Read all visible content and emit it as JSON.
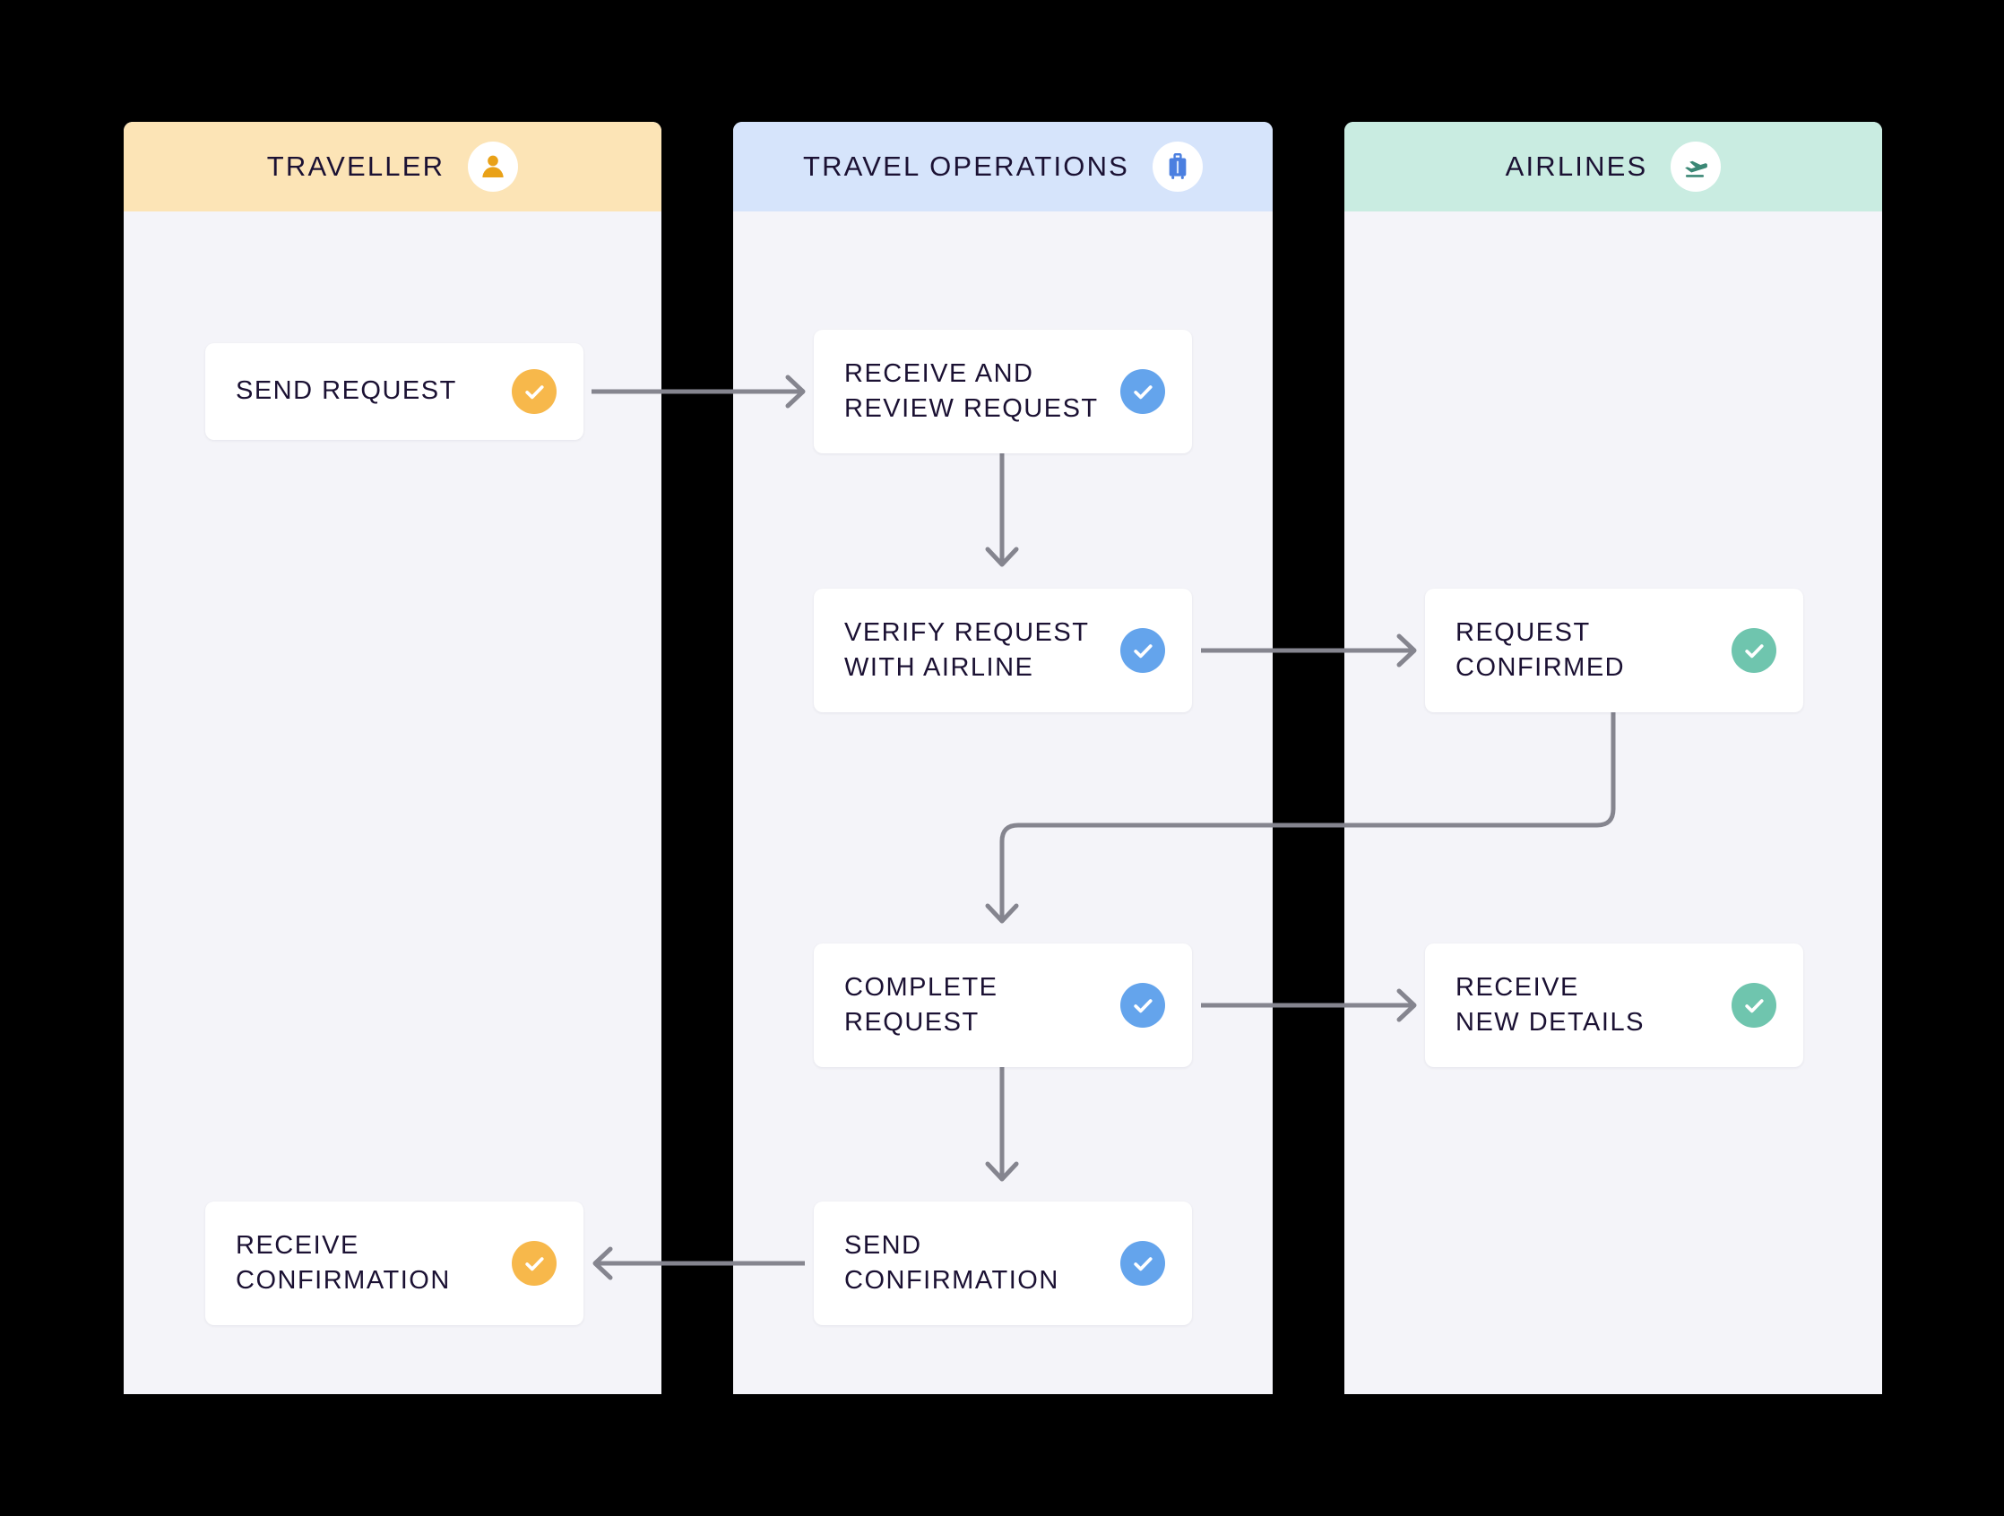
{
  "diagram": {
    "type": "swimlane-flowchart",
    "title": "Travel request swimlane process",
    "background_color": "#000000",
    "lane_body_color": "#f4f4f9",
    "connector_color": "#85858f"
  },
  "lanes": [
    {
      "id": "traveller",
      "title": "TRAVELLER",
      "header_color": "#fce4b6",
      "accent_color": "#e9a117",
      "icon": "person-icon"
    },
    {
      "id": "travel-operations",
      "title": "TRAVEL OPERATIONS",
      "header_color": "#d6e4fb",
      "accent_color": "#4b7fe0",
      "icon": "suitcase-icon"
    },
    {
      "id": "airlines",
      "title": "AIRLINES",
      "header_color": "#c9ece1",
      "accent_color": "#3b8775",
      "icon": "airplane-takeoff-icon"
    }
  ],
  "steps": [
    {
      "id": "send-request",
      "lane": "traveller",
      "label": "SEND REQUEST",
      "status_icon": "check-circle-icon",
      "status_color": "#f7b84b"
    },
    {
      "id": "receive-review",
      "lane": "travel-operations",
      "label": "RECEIVE AND\nREVIEW REQUEST",
      "status_icon": "check-circle-icon",
      "status_color": "#64a4ec"
    },
    {
      "id": "verify-request",
      "lane": "travel-operations",
      "label": "VERIFY REQUEST\nWITH AIRLINE",
      "status_icon": "check-circle-icon",
      "status_color": "#64a4ec"
    },
    {
      "id": "request-confirmed",
      "lane": "airlines",
      "label": "REQUEST\nCONFIRMED",
      "status_icon": "check-circle-icon",
      "status_color": "#6fc5ae"
    },
    {
      "id": "complete-request",
      "lane": "travel-operations",
      "label": "COMPLETE\nREQUEST",
      "status_icon": "check-circle-icon",
      "status_color": "#64a4ec"
    },
    {
      "id": "receive-new-details",
      "lane": "airlines",
      "label": "RECEIVE\nNEW DETAILS",
      "status_icon": "check-circle-icon",
      "status_color": "#6fc5ae"
    },
    {
      "id": "send-confirmation",
      "lane": "travel-operations",
      "label": "SEND\nCONFIRMATION",
      "status_icon": "check-circle-icon",
      "status_color": "#64a4ec"
    },
    {
      "id": "receive-confirmation",
      "lane": "traveller",
      "label": "RECEIVE\nCONFIRMATION",
      "status_icon": "check-circle-icon",
      "status_color": "#f7b84b"
    }
  ],
  "connectors": [
    {
      "from": "send-request",
      "to": "receive-review",
      "direction": "right"
    },
    {
      "from": "receive-review",
      "to": "verify-request",
      "direction": "down"
    },
    {
      "from": "verify-request",
      "to": "request-confirmed",
      "direction": "right"
    },
    {
      "from": "request-confirmed",
      "to": "complete-request",
      "direction": "elbow-down-left-down"
    },
    {
      "from": "complete-request",
      "to": "receive-new-details",
      "direction": "right"
    },
    {
      "from": "complete-request",
      "to": "send-confirmation",
      "direction": "down"
    },
    {
      "from": "send-confirmation",
      "to": "receive-confirmation",
      "direction": "left"
    }
  ]
}
